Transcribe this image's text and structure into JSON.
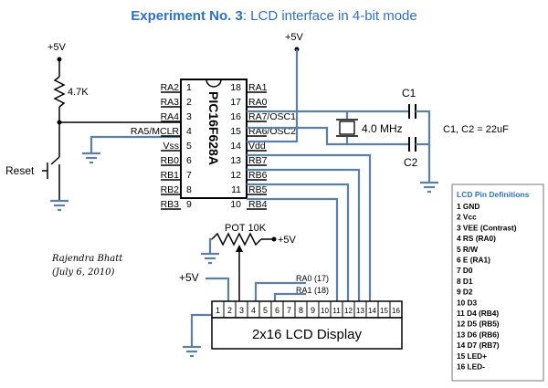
{
  "title": {
    "bold": "Experiment No. 3",
    "rest": ": LCD interface in 4-bit mode",
    "color": "#2e6fc7"
  },
  "supply": {
    "top_left": "+5V",
    "top_mid": "+5V",
    "pot": "+5V",
    "lcd": "+5V"
  },
  "resistor": "4.7K",
  "reset": "Reset",
  "mcu": {
    "name": "PIC16F628A",
    "left_pins": [
      {
        "num": "1",
        "label": "RA2"
      },
      {
        "num": "2",
        "label": "RA3"
      },
      {
        "num": "3",
        "label": "RA4"
      },
      {
        "num": "4",
        "label": "RA5/MCLR"
      },
      {
        "num": "5",
        "label": "Vss"
      },
      {
        "num": "6",
        "label": "RB0"
      },
      {
        "num": "7",
        "label": "RB1"
      },
      {
        "num": "8",
        "label": "RB2"
      },
      {
        "num": "9",
        "label": "RB3"
      }
    ],
    "right_pins": [
      {
        "num": "18",
        "label": "RA1"
      },
      {
        "num": "17",
        "label": "RA0"
      },
      {
        "num": "16",
        "label": "RA7/OSC1"
      },
      {
        "num": "15",
        "label": "RA6/OSC2"
      },
      {
        "num": "14",
        "label": "Vdd"
      },
      {
        "num": "13",
        "label": "RB7"
      },
      {
        "num": "12",
        "label": "RB6"
      },
      {
        "num": "11",
        "label": "RB5"
      },
      {
        "num": "10",
        "label": "RB4"
      }
    ]
  },
  "crystal": "4.0 MHz",
  "caps": {
    "c1": "C1",
    "c2": "C2",
    "value": "C1, C2 = 22uF"
  },
  "pot": "POT 10K",
  "ra_labels": {
    "ra0": "RA0 (17)",
    "ra1": "RA1 (18)"
  },
  "lcd": {
    "label": "2x16 LCD Display",
    "pins": [
      "1",
      "2",
      "3",
      "4",
      "5",
      "6",
      "7",
      "8",
      "9",
      "10",
      "11",
      "12",
      "13",
      "14",
      "15",
      "16"
    ]
  },
  "author": {
    "name": "Rajendra Bhatt",
    "date": "(July 6, 2010)"
  },
  "pin_defs": {
    "title": "LCD Pin Definitions",
    "items": [
      "1  GND",
      "2  Vcc",
      "3  VEE (Contrast)",
      "4  RS (RA0)",
      "5  R/W",
      "6  E (RA1)",
      "7  D0",
      "8  D1",
      "9  D2",
      "10  D3",
      "11  D4 (RB4)",
      "12  D5 (RB5)",
      "13  D6 (RB6)",
      "14  D7 (RB7)",
      "15  LED+",
      "16  LED-"
    ]
  }
}
